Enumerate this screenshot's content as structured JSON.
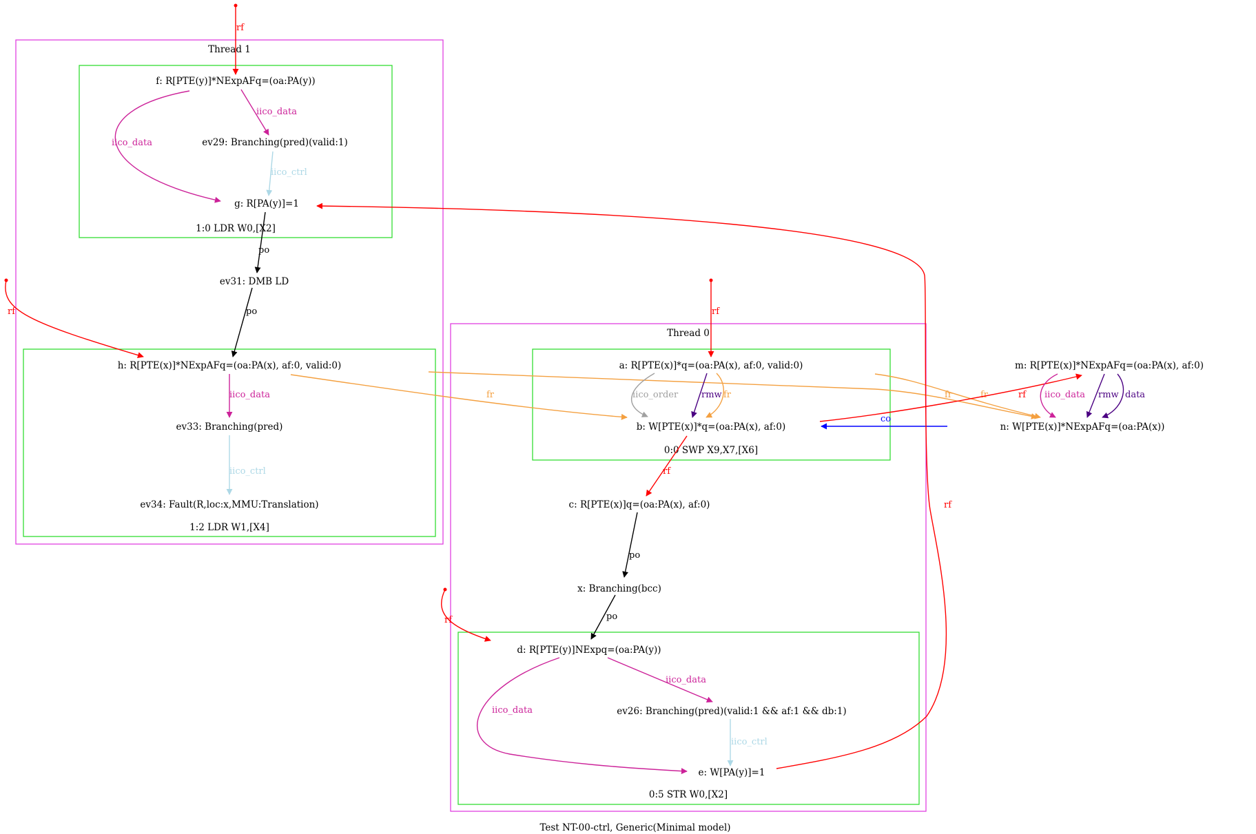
{
  "caption": "Test NT-00-ctrl, Generic(Minimal model)",
  "clusters": {
    "thread1": "Thread 1",
    "thread0": "Thread 0",
    "instr_1_0": "1:0 LDR W0,[X2]",
    "instr_1_2": "1:2 LDR W1,[X4]",
    "instr_0_0": "0:0 SWP X9,X7,[X6]",
    "instr_0_5": "0:5 STR W0,[X2]"
  },
  "nodes": {
    "f": "f: R[PTE(y)]*NExpAFq=(oa:PA(y))",
    "ev29": "ev29: Branching(pred)(valid:1)",
    "g": "g: R[PA(y)]=1",
    "ev31": "ev31: DMB LD",
    "h": "h: R[PTE(x)]*NExpAFq=(oa:PA(x), af:0, valid:0)",
    "ev33": "ev33: Branching(pred)",
    "ev34": "ev34: Fault(R,loc:x,MMU:Translation)",
    "a": "a: R[PTE(x)]*q=(oa:PA(x), af:0, valid:0)",
    "b": "b: W[PTE(x)]*q=(oa:PA(x), af:0)",
    "c": "c: R[PTE(x)]q=(oa:PA(x), af:0)",
    "x": "x: Branching(bcc)",
    "d": "d: R[PTE(y)]NExpq=(oa:PA(y))",
    "ev26": "ev26: Branching(pred)(valid:1 && af:1 && db:1)",
    "e": "e: W[PA(y)]=1",
    "m": "m: R[PTE(x)]*NExpAFq=(oa:PA(x), af:0)",
    "n": "n: W[PTE(x)]*NExpAFq=(oa:PA(x))"
  },
  "edge_labels": {
    "rf": "rf",
    "po": "po",
    "fr": "fr",
    "co": "co",
    "rmw": "rmw",
    "data": "data",
    "iico_data": "iico_data",
    "iico_ctrl": "iico_ctrl",
    "iico_order": "iico_order"
  },
  "colors": {
    "cluster_thread": "#e040e0",
    "cluster_instr": "#33dd33",
    "rf": "#ff0000",
    "po": "#000000",
    "fr": "#f4a040",
    "co": "#0000ff",
    "rmw": "#4b0082",
    "data": "#4b0082",
    "iico_data": "#cc2299",
    "iico_ctrl": "#add8e6",
    "iico_order": "#a0a0a0"
  }
}
